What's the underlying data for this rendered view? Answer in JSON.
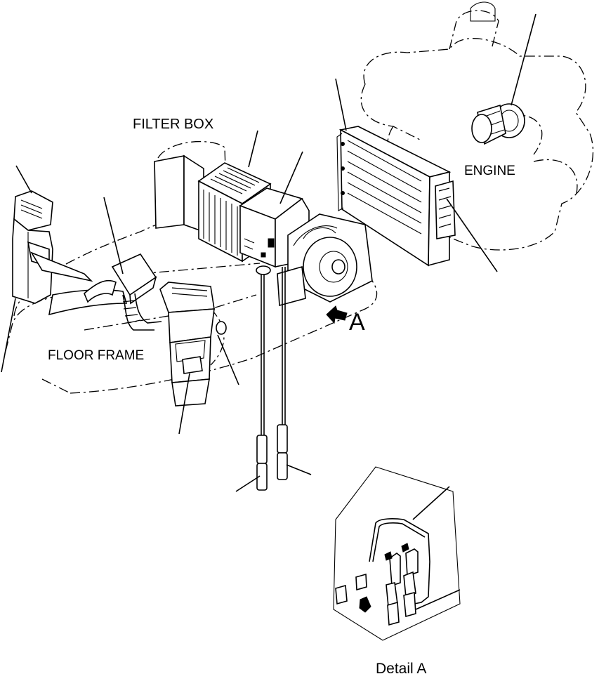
{
  "labels": {
    "filter_box": "FILTER BOX",
    "engine": "ENGINE",
    "floor_frame": "FLOOR FRAME",
    "view_arrow": "A",
    "detail": "Detail A"
  }
}
